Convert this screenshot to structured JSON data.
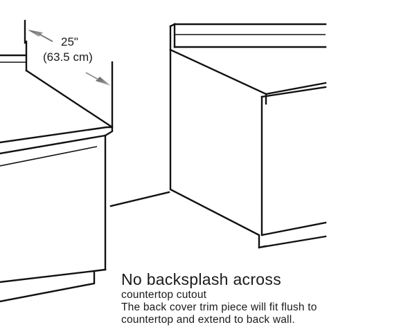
{
  "dimension": {
    "inches": "25\"",
    "cm": "(63.5 cm)"
  },
  "caption": {
    "title": "No backsplash across",
    "subtitle": "countertop cutout",
    "line1": "The back cover trim piece will fit flush to",
    "line2": "countertop and extend to back wall."
  },
  "colors": {
    "line": "#111111",
    "arrow": "#8a8a8a",
    "background": "#ffffff"
  }
}
